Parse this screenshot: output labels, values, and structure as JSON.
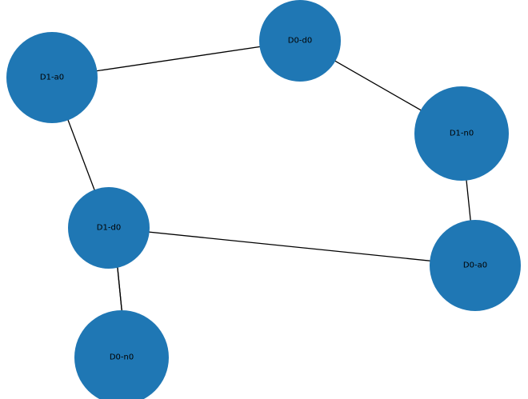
{
  "colors": {
    "node_fill": "#1f77b4",
    "edge": "#000000",
    "background": "#ffffff"
  },
  "nodes": [
    {
      "id": "D0-d0",
      "label": "D0-d0"
    },
    {
      "id": "D1-a0",
      "label": "D1-a0"
    },
    {
      "id": "D1-n0",
      "label": "D1-n0"
    },
    {
      "id": "D1-d0",
      "label": "D1-d0"
    },
    {
      "id": "D0-a0",
      "label": "D0-a0"
    },
    {
      "id": "D0-n0",
      "label": "D0-n0"
    }
  ],
  "edges": [
    {
      "source": "D1-a0",
      "target": "D0-d0"
    },
    {
      "source": "D0-d0",
      "target": "D1-n0"
    },
    {
      "source": "D1-n0",
      "target": "D0-a0"
    },
    {
      "source": "D1-a0",
      "target": "D1-d0"
    },
    {
      "source": "D1-d0",
      "target": "D0-a0"
    },
    {
      "source": "D1-d0",
      "target": "D0-n0"
    },
    {
      "source": "D0-n0",
      "target": "D1-d0"
    }
  ]
}
